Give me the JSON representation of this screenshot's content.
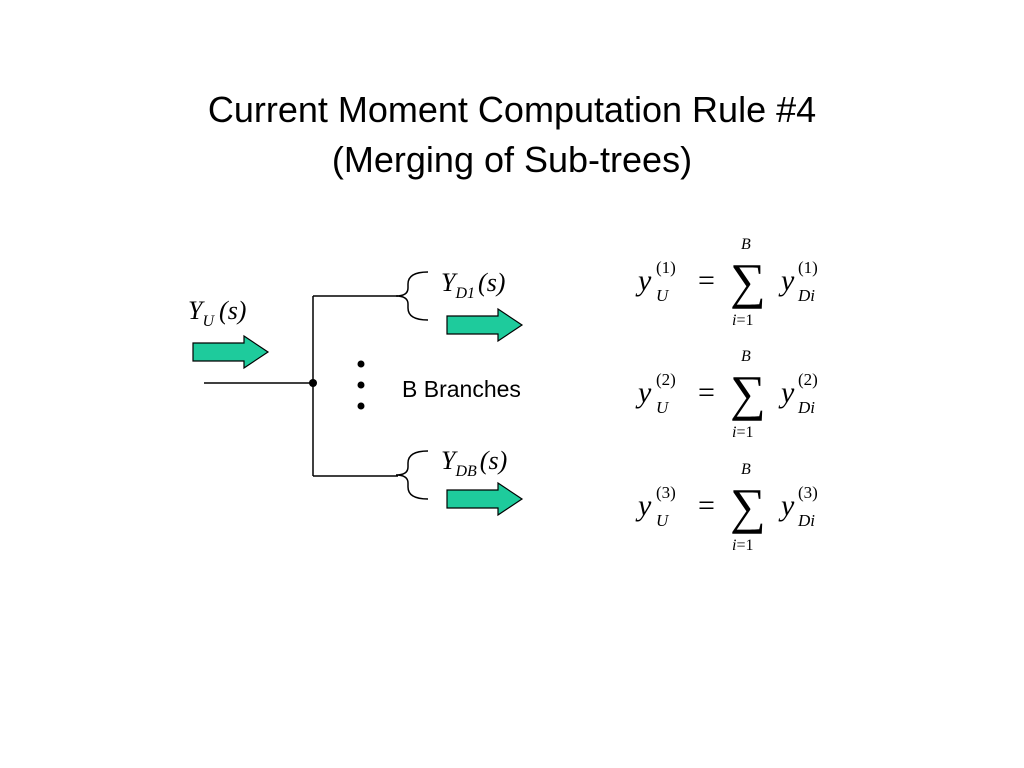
{
  "title": {
    "line1": "Current Moment Computation Rule #4",
    "line2": "(Merging of Sub-trees)"
  },
  "colors": {
    "arrow_fill": "#1ecb9c",
    "arrow_stroke": "#000000",
    "line": "#000000"
  },
  "diagram": {
    "upstream_label": {
      "symbol": "Y",
      "subscript": "U",
      "argument": "(s)"
    },
    "branch_top_label": {
      "symbol": "Y",
      "subscript": "D1",
      "argument": "(s)"
    },
    "branch_bottom_label": {
      "symbol": "Y",
      "subscript": "DB",
      "argument": "(s)"
    },
    "branches_label": "B Branches",
    "ellipsis_icon": "vertical-ellipsis-icon"
  },
  "equations": [
    {
      "lhs": "y",
      "lhs_sup": "(1)",
      "lhs_sub": "U",
      "equals": "=",
      "sum_symbol": "∑",
      "sum_upper": "B",
      "sum_lower_var": "i",
      "sum_lower_rest": "=1",
      "rhs": "y",
      "rhs_sup": "(1)",
      "rhs_sub": "Di"
    },
    {
      "lhs": "y",
      "lhs_sup": "(2)",
      "lhs_sub": "U",
      "equals": "=",
      "sum_symbol": "∑",
      "sum_upper": "B",
      "sum_lower_var": "i",
      "sum_lower_rest": "=1",
      "rhs": "y",
      "rhs_sup": "(2)",
      "rhs_sub": "Di"
    },
    {
      "lhs": "y",
      "lhs_sup": "(3)",
      "lhs_sub": "U",
      "equals": "=",
      "sum_symbol": "∑",
      "sum_upper": "B",
      "sum_lower_var": "i",
      "sum_lower_rest": "=1",
      "rhs": "y",
      "rhs_sup": "(3)",
      "rhs_sub": "Di"
    }
  ]
}
